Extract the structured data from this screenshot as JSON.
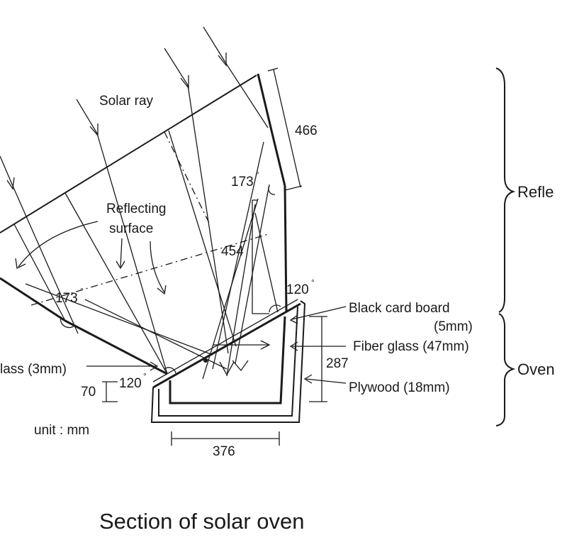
{
  "diagram": {
    "caption": "Section of solar oven",
    "labels": {
      "solar_ray": "Solar ray",
      "reflecting_surface_line1": "Reflecting",
      "reflecting_surface_line2": "surface",
      "black_card_board": "Black card board",
      "black_card_board_thickness": "(5mm)",
      "fiber_glass": "Fiber glass (47mm)",
      "plywood": "Plywood (18mm)",
      "glass": "lass (3mm)",
      "unit": "unit : mm",
      "section_reflector": "Refle",
      "section_oven": "Oven"
    },
    "dimensions": {
      "d466": "466",
      "d454": "454",
      "d287": "287",
      "d376": "376",
      "d70": "70"
    },
    "angles": {
      "a173_right": "173",
      "a173_left": "173",
      "a120_top": "120",
      "a120_bottom": "120"
    },
    "degree_symbol": "°"
  }
}
